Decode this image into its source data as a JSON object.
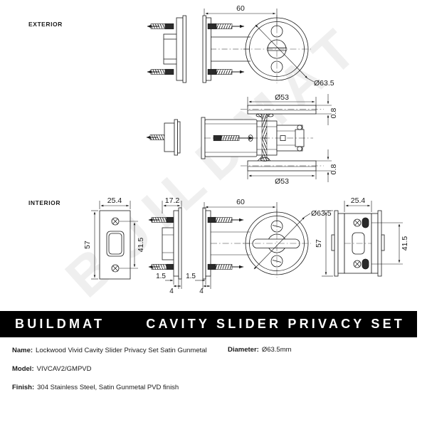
{
  "document": {
    "type": "technical-drawing-spec-sheet",
    "background_color": "#ffffff",
    "line_color": "#1a1a1a",
    "watermark_text": "BUILDMAT",
    "watermark_color": "#f0f0f0"
  },
  "drawing": {
    "view_labels": {
      "exterior": "EXTERIOR",
      "interior": "INTERIOR"
    },
    "dimensions": {
      "top_width": "60",
      "top_rose_diameter": "Ø63.5",
      "mid_plate_diameter_top": "ø53",
      "mid_plate_diameter_bottom": "ø53",
      "mid_thickness_top": "0.8",
      "mid_thickness_bottom": "0.8",
      "strike_width": "25.4",
      "strike_height": "57",
      "strike_hole_spacing": "41.5",
      "edge_depth": "17.2",
      "plate_thickness_left": "1.5",
      "plate_offset_left": "4",
      "plate_thickness_right": "1.5",
      "plate_offset_right": "4",
      "bottom_width": "60",
      "bottom_rose_diameter": "Ø63.5",
      "bottom_side_width": "25.4",
      "bottom_side_height": "57",
      "bottom_hole_spacing": "41.5"
    }
  },
  "banner": {
    "brand": "BUILDMAT",
    "title": "CAVITY SLIDER PRIVACY SET",
    "background_color": "#000000",
    "text_color": "#ffffff"
  },
  "spec": {
    "name_label": "Name:",
    "name_value": "Lockwood Vivid Cavity Slider Privacy Set Satin Gunmetal",
    "diameter_label": "Diameter:",
    "diameter_value": "Ø63.5mm",
    "model_label": "Model:",
    "model_value": "VIVCAV2/GMPVD",
    "finish_label": "Finish:",
    "finish_value": "304 Stainless Steel, Satin Gunmetal PVD finish"
  }
}
